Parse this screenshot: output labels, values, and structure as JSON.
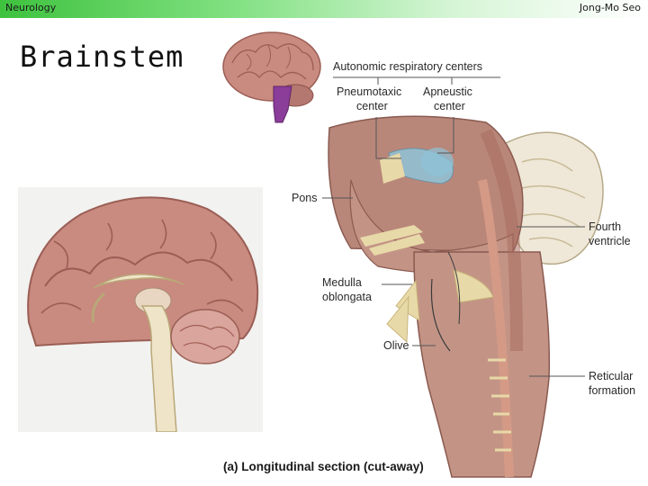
{
  "header": {
    "left_text": "Neurology",
    "right_text": "Jong-Mo Seo"
  },
  "title": "Brainstem",
  "figure": {
    "labels": {
      "autonomic": "Autonomic respiratory centers",
      "pneumotaxic_line1": "Pneumotaxic",
      "pneumotaxic_line2": "center",
      "apneustic_line1": "Apneustic",
      "apneustic_line2": "center",
      "pons": "Pons",
      "fourth_line1": "Fourth",
      "fourth_line2": "ventricle",
      "medulla_line1": "Medulla",
      "medulla_line2": "oblongata",
      "olive": "Olive",
      "reticular_line1": "Reticular",
      "reticular_line2": "formation"
    },
    "caption": "(a) Longitudinal section (cut-away)"
  },
  "colors": {
    "header_green": "#3ec23e",
    "brain_pink": "#c98a80",
    "brainstem_purple": "#8b3d9a",
    "tissue": "#b9877a",
    "nerve_cream": "#e8d9a8",
    "center_blue": "#8fc3d8"
  }
}
